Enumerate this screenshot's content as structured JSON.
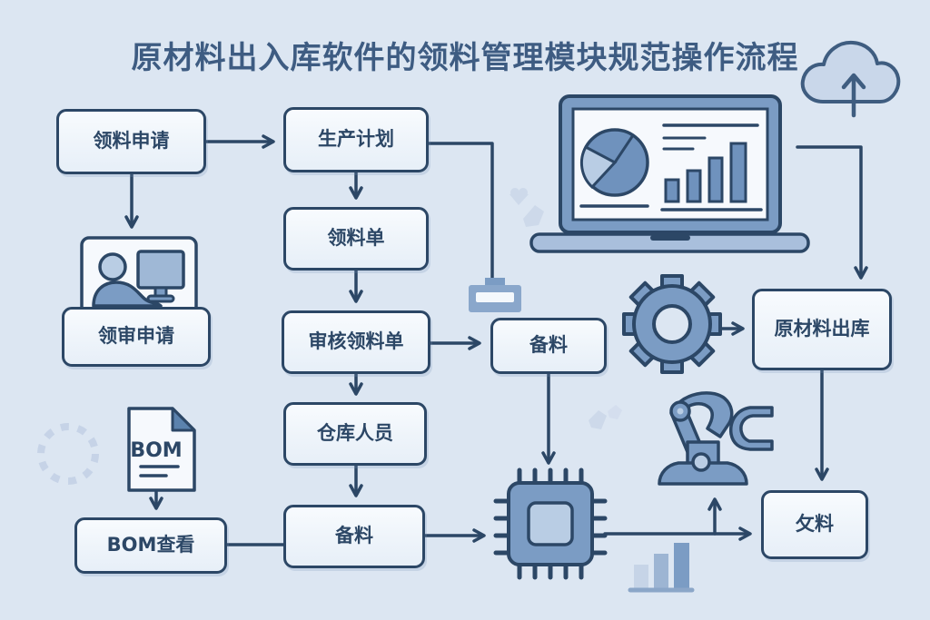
{
  "title": "原材料出入库软件的领料管理模块规范操作流程",
  "nodes": [
    {
      "id": "material-request",
      "label": "领料申请"
    },
    {
      "id": "production-plan",
      "label": "生产计划"
    },
    {
      "id": "requisition-form",
      "label": "领料单"
    },
    {
      "id": "review-requisition-form",
      "label": "审核领料单"
    },
    {
      "id": "prepare-material-upper",
      "label": "备料"
    },
    {
      "id": "warehouse-staff",
      "label": "仓库人员"
    },
    {
      "id": "prepare-material-lower",
      "label": "备料"
    },
    {
      "id": "requisition-approval",
      "label": "领审申请"
    },
    {
      "id": "bom-view",
      "label": "BOM查看"
    },
    {
      "id": "raw-material-outbound",
      "label": "原材料出库"
    },
    {
      "id": "issue-material",
      "label": "攵料"
    }
  ],
  "icons": {
    "bom_document_label": "BOM",
    "names": [
      "cloud-upload-icon",
      "laptop-dashboard-icon",
      "operator-workstation-icon",
      "bom-document-icon",
      "gear-icon",
      "robot-arm-icon",
      "chip-icon",
      "mini-bar-chart-icon",
      "connector-icon",
      "dashed-circle-decoration"
    ]
  },
  "colors": {
    "background": "#dce6f2",
    "box_fill": "#f4f8fc",
    "box_border": "#2c4766",
    "connector": "#2c4766",
    "text": "#2c4766",
    "title": "#3e5c82",
    "icon_fill": "#7b9cc4",
    "icon_fill_light": "#b9cde4",
    "icon_muted": "#c9d6e8"
  }
}
